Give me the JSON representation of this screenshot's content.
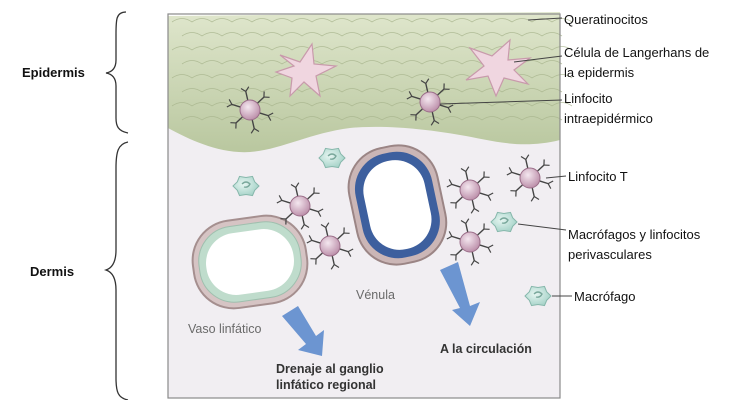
{
  "regions": {
    "epidermis": "Epidermis",
    "dermis": "Dermis"
  },
  "labels": {
    "keratinocytes": "Queratinocitos",
    "langerhans_1": "Célula de Langerhans de",
    "langerhans_2": "la epidermis",
    "intraepidermal_1": "Linfocito",
    "intraepidermal_2": "intraepidérmico",
    "t_lymphocyte": "Linfocito T",
    "perivascular_1": "Macrófagos y linfocitos",
    "perivascular_2": "perivasculares",
    "macrophage": "Macrófago"
  },
  "inner_labels": {
    "venule": "Vénula",
    "lymph_vessel": "Vaso linfático",
    "to_circulation": "A la circulación",
    "drainage_1": "Drenaje al ganglio",
    "drainage_2": "linfático regional"
  },
  "colors": {
    "epidermis_fill": "#c9d3b4",
    "dermis_fill": "#f1eef2",
    "venule_wall": "#3d5f9e",
    "lymph_wall": "#b9d6c6",
    "arrow_blue": "#6c95d1",
    "macrophage": "#bfe1da",
    "cell_body": "#c99ab5"
  }
}
